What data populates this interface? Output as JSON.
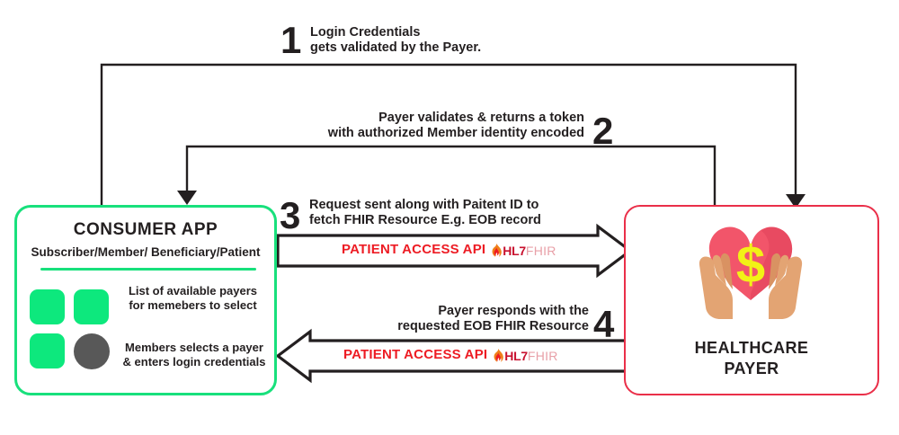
{
  "diagram": {
    "title": "Patient Access API interaction flow between Consumer App and Healthcare Payer",
    "colors": {
      "consumer_border": "#18e07c",
      "payer_border": "#ea2f49",
      "tile_green": "#0de87d",
      "circle_gray": "#585858",
      "api_red": "#ed1c24",
      "hl7_red": "#c8102e",
      "fhir_pink": "#e8a0a8",
      "heart_red": "#f2556a",
      "dollar_yellow": "#f2f216",
      "hand_tan": "#e0a070",
      "line_black": "#231f20"
    }
  },
  "steps": [
    {
      "number": "1",
      "text": "Login Credentials\ngets validated by the Payer.",
      "align": "left"
    },
    {
      "number": "2",
      "text": "Payer validates & returns a token\nwith authorized Member identity encoded",
      "align": "right"
    },
    {
      "number": "3",
      "text": "Request sent along with Paitent ID to\nfetch FHIR Resource E.g. EOB record",
      "align": "left"
    },
    {
      "number": "4",
      "text": "Payer responds with the\nrequested EOB FHIR Resource",
      "align": "right"
    }
  ],
  "api_arrows": [
    {
      "id": "request",
      "direction": "right",
      "label": "PATIENT ACCESS API",
      "logo_hl7": "HL7",
      "logo_fhir": "FHIR"
    },
    {
      "id": "response",
      "direction": "left",
      "label": "PATIENT ACCESS API",
      "logo_hl7": "HL7",
      "logo_fhir": "FHIR"
    }
  ],
  "consumer_app": {
    "title": "CONSUMER APP",
    "subtitle": "Subscriber/Member/ Beneficiary/Patient",
    "payers_list_text": "List of available payers\nfor memebers to select",
    "select_payer_text": "Members selects a payer\n& enters login credentials",
    "tiles": [
      "payer-tile-1",
      "payer-tile-2",
      "payer-tile-3"
    ],
    "circle": "payer-circle-selected"
  },
  "healthcare_payer": {
    "label": "HEALTHCARE\nPAYER",
    "icon": "hands-holding-heart-with-dollar-icon"
  }
}
